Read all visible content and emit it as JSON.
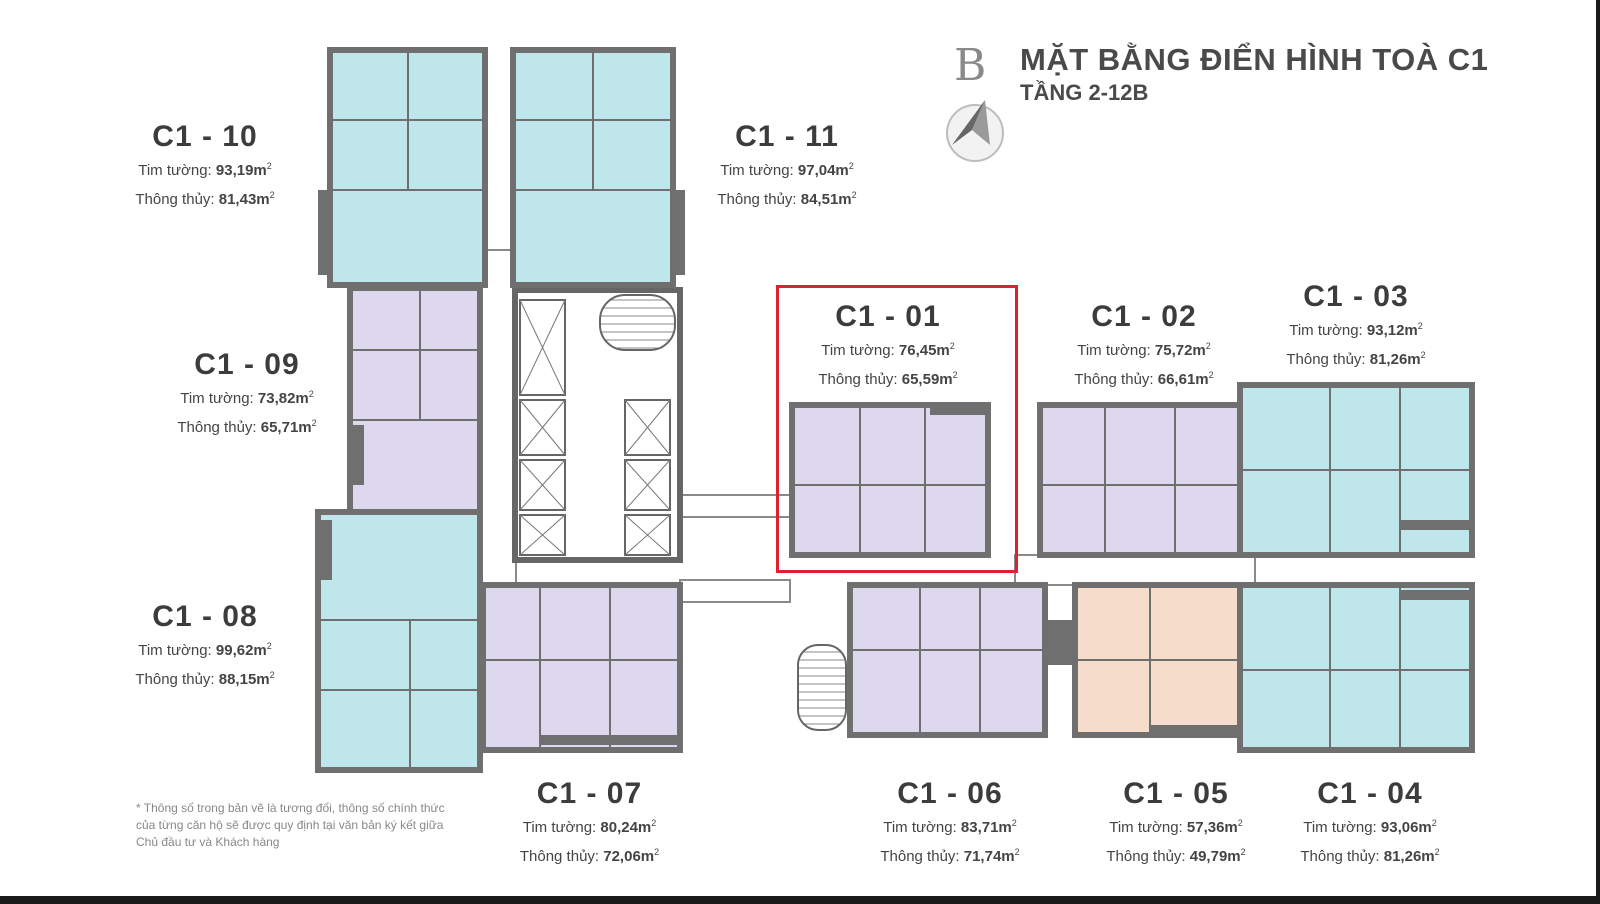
{
  "header": {
    "badge": "B",
    "title": "MẶT BẰNG ĐIỂN HÌNH TOÀ C1",
    "subtitle": "TẦNG 2-12B"
  },
  "colors": {
    "teal_unit": "#bfe6ea",
    "lavender_unit": "#ddd8ee",
    "peach_unit": "#f6dccb",
    "wall": "#6f6f6f",
    "highlight": "#d9232e"
  },
  "units": [
    {
      "id": "c1-10",
      "code": "C1 - 10",
      "tim_label": "Tim tường:",
      "tim_value": "93,19m",
      "thong_label": "Thông thủy:",
      "thong_value": "81,43m"
    },
    {
      "id": "c1-11",
      "code": "C1 - 11",
      "tim_label": "Tim tường:",
      "tim_value": "97,04m",
      "thong_label": "Thông thủy:",
      "thong_value": "84,51m"
    },
    {
      "id": "c1-09",
      "code": "C1 - 09",
      "tim_label": "Tim tường:",
      "tim_value": "73,82m",
      "thong_label": "Thông thủy:",
      "thong_value": "65,71m"
    },
    {
      "id": "c1-01",
      "code": "C1 - 01",
      "tim_label": "Tim tường:",
      "tim_value": "76,45m",
      "thong_label": "Thông thủy:",
      "thong_value": "65,59m"
    },
    {
      "id": "c1-02",
      "code": "C1 - 02",
      "tim_label": "Tim tường:",
      "tim_value": "75,72m",
      "thong_label": "Thông thủy:",
      "thong_value": "66,61m"
    },
    {
      "id": "c1-03",
      "code": "C1 - 03",
      "tim_label": "Tim tường:",
      "tim_value": "93,12m",
      "thong_label": "Thông thủy:",
      "thong_value": "81,26m"
    },
    {
      "id": "c1-08",
      "code": "C1 - 08",
      "tim_label": "Tim tường:",
      "tim_value": "99,62m",
      "thong_label": "Thông thủy:",
      "thong_value": "88,15m"
    },
    {
      "id": "c1-07",
      "code": "C1 - 07",
      "tim_label": "Tim tường:",
      "tim_value": "80,24m",
      "thong_label": "Thông thủy:",
      "thong_value": "72,06m"
    },
    {
      "id": "c1-06",
      "code": "C1 - 06",
      "tim_label": "Tim tường:",
      "tim_value": "83,71m",
      "thong_label": "Thông thủy:",
      "thong_value": "71,74m"
    },
    {
      "id": "c1-05",
      "code": "C1 - 05",
      "tim_label": "Tim tường:",
      "tim_value": "57,36m",
      "thong_label": "Thông thủy:",
      "thong_value": "49,79m"
    },
    {
      "id": "c1-04",
      "code": "C1 - 04",
      "tim_label": "Tim tường:",
      "tim_value": "93,06m",
      "thong_label": "Thông thủy:",
      "thong_value": "81,26m"
    }
  ],
  "unit_sup": "2",
  "note": "* Thông số trong bản vẽ là tương đối, thông số chính thức của từng căn hộ sẽ được quy định tại văn bản ký kết giữa Chủ đầu tư và Khách hàng",
  "icons": {
    "compass": "north-arrow-icon"
  }
}
